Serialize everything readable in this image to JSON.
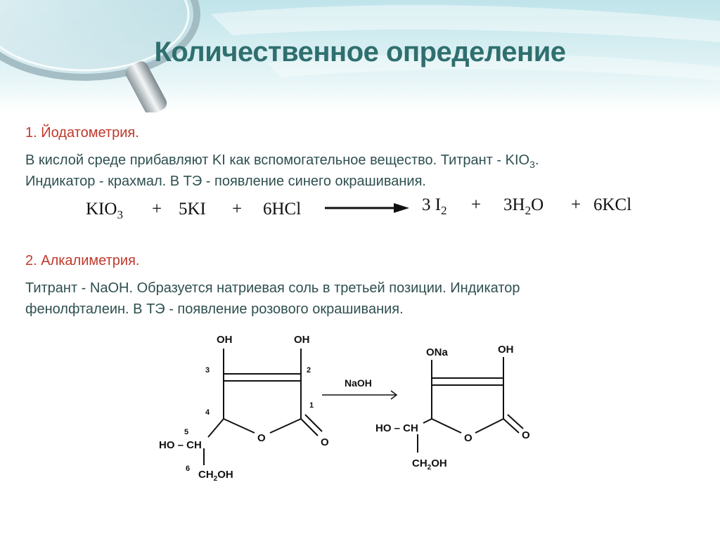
{
  "slide": {
    "title": "Количественное определение"
  },
  "section1": {
    "title": "1.  Йодатометрия.",
    "line1_main": "В кислой среде прибавляют KI как вспомогательное вещество. Титрант - KIO",
    "line1_sub": "3",
    "line1_end": ".",
    "line2": "Индикатор - крахмал. В ТЭ - появление синего окрашивания.",
    "equation": {
      "r1": "KIO",
      "r1_sub": "3",
      "plus1": "+",
      "r2": "5KI",
      "plus2": "+",
      "r3": "6HCl",
      "p1": "3 I",
      "p1_sub": "2",
      "plus3": "+",
      "p2": "3H",
      "p2_sub": "2",
      "p2_end": "O",
      "plus4": "+",
      "p3": "6KCl"
    }
  },
  "section2": {
    "title": "2. Алкалиметрия.",
    "line1": "Титрант - NaOH. Образуется натриевая соль в третьей позиции. Индикатор",
    "line2": "фенолфталеин. В ТЭ - появление розового окрашивания.",
    "reaction": {
      "reagent": "NaOH",
      "left": {
        "oh3": "OH",
        "oh2": "OH",
        "n3": "3",
        "n2": "2",
        "n1": "1",
        "n4": "4",
        "n5": "5",
        "n6": "6",
        "ho_ch": "HO – CH",
        "ring_o": "O",
        "carbonyl_o": "O",
        "ch2oh_a": "CH",
        "ch2oh_sub": "2",
        "ch2oh_b": "OH"
      },
      "right": {
        "ona": "ONa",
        "oh": "OH",
        "ho_ch": "HO – CH",
        "ring_o": "O",
        "carbonyl_o": "O",
        "ch2oh_a": "CH",
        "ch2oh_sub": "2",
        "ch2oh_b": "OH"
      }
    }
  },
  "colors": {
    "title": "#2f6f6f",
    "section_heading": "#c0392b",
    "body_text": "#2f4f4f"
  }
}
